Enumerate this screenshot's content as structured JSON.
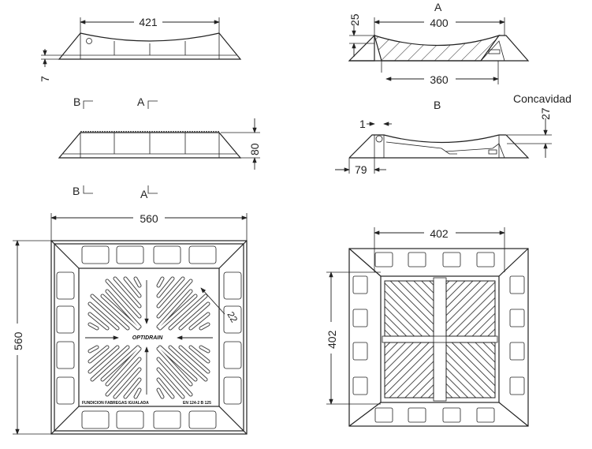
{
  "title": "Cast iron grating and frame technical drawing",
  "dimensions": {
    "side_top_width": "421",
    "side_top_height": "7",
    "side_mid_height": "80",
    "section_a_width": "400",
    "section_a_height": "25",
    "section_a_inner": "360",
    "section_b_lip": "1",
    "section_b_concavity": "27",
    "section_b_flange": "79",
    "plan_left_width": "560",
    "plan_left_height": "560",
    "plan_left_slot": "22",
    "plan_right_width": "402",
    "plan_right_height": "402"
  },
  "labels": {
    "section_a": "A",
    "section_b": "B",
    "cut_b_top": "B",
    "cut_a_top": "A",
    "cut_b_bottom": "B",
    "cut_a_bottom": "A",
    "concavity": "Concavidad"
  },
  "grating_marks": {
    "logo": "OPTIDRAIN",
    "maker": "FUNDICION FABREGAS IGUALADA",
    "standard": "EN 124-2 B 125"
  }
}
